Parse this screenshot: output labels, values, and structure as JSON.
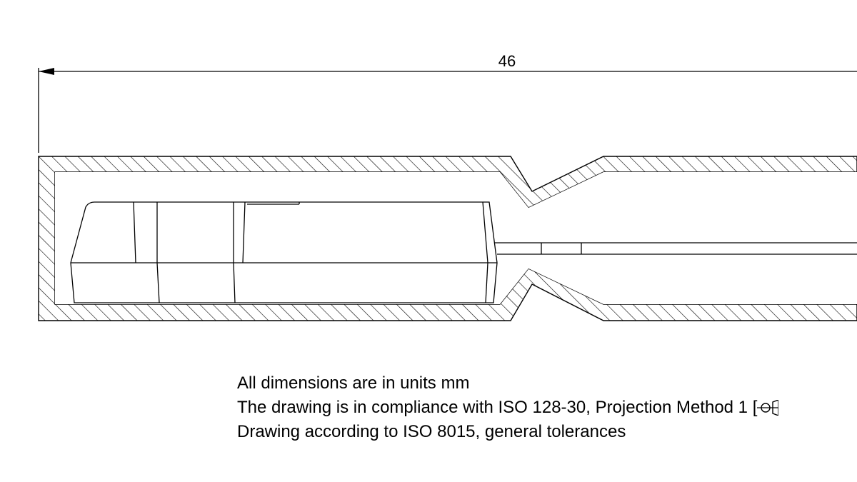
{
  "dimensions": {
    "overall_length": "46"
  },
  "notes": {
    "units": "All dimensions are in units mm",
    "projection_prefix": "The drawing is in compliance with ISO 128-30, Projection Method 1 [",
    "tolerances": "Drawing according to ISO 8015, general tolerances"
  },
  "symbols": {
    "projection_method": "first-angle-projection-icon"
  },
  "colors": {
    "line": "#000000",
    "background": "#ffffff"
  }
}
